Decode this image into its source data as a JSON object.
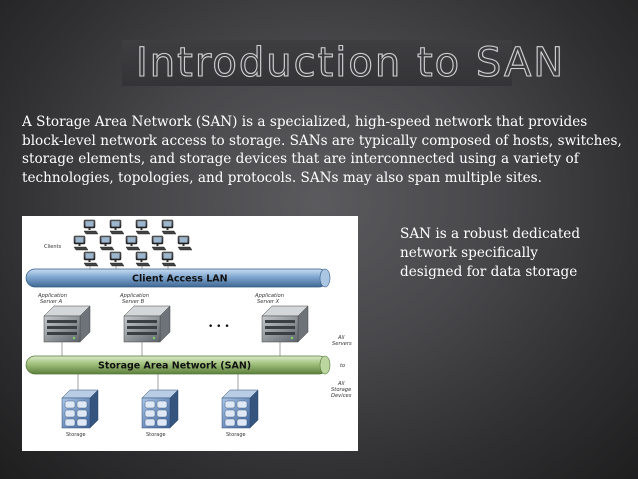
{
  "slide": {
    "title": "Introduction to SAN",
    "intro": "A Storage Area Network (SAN) is a specialized, high-speed network that provides block-level network access to storage. SANs are typically composed of hosts, switches, storage elements, and storage devices that are interconnected using a variety of technologies, topologies, and protocols. SANs may also span multiple sites.",
    "side_note": "SAN is a robust dedicated\nnetwork specifically\ndesigned  for data storage"
  },
  "diagram": {
    "clients_label": "Clients",
    "client_lan_label": "Client Access LAN",
    "san_label": "Storage Area Network (SAN)",
    "servers": [
      {
        "line1": "Application",
        "line2": "Server A"
      },
      {
        "line1": "Application",
        "line2": "Server B"
      },
      {
        "line1": "Application",
        "line2": "Server X"
      }
    ],
    "ellipsis": "• • •",
    "side_labels": {
      "all": "All",
      "servers": "Servers",
      "to": "to",
      "all2": "All",
      "storage": "Storage",
      "devices": "Devices"
    },
    "storage_labels": [
      "Storage",
      "Storage",
      "Storage"
    ]
  },
  "colors": {
    "background": "#48484b",
    "title_outline": "#cfcfd2",
    "text": "#ffffff",
    "bus_blue": "#7fa6cf",
    "bus_green": "#9fc07a",
    "server_gray": "#8a9096",
    "disk_blue": "#4f7ab8"
  }
}
